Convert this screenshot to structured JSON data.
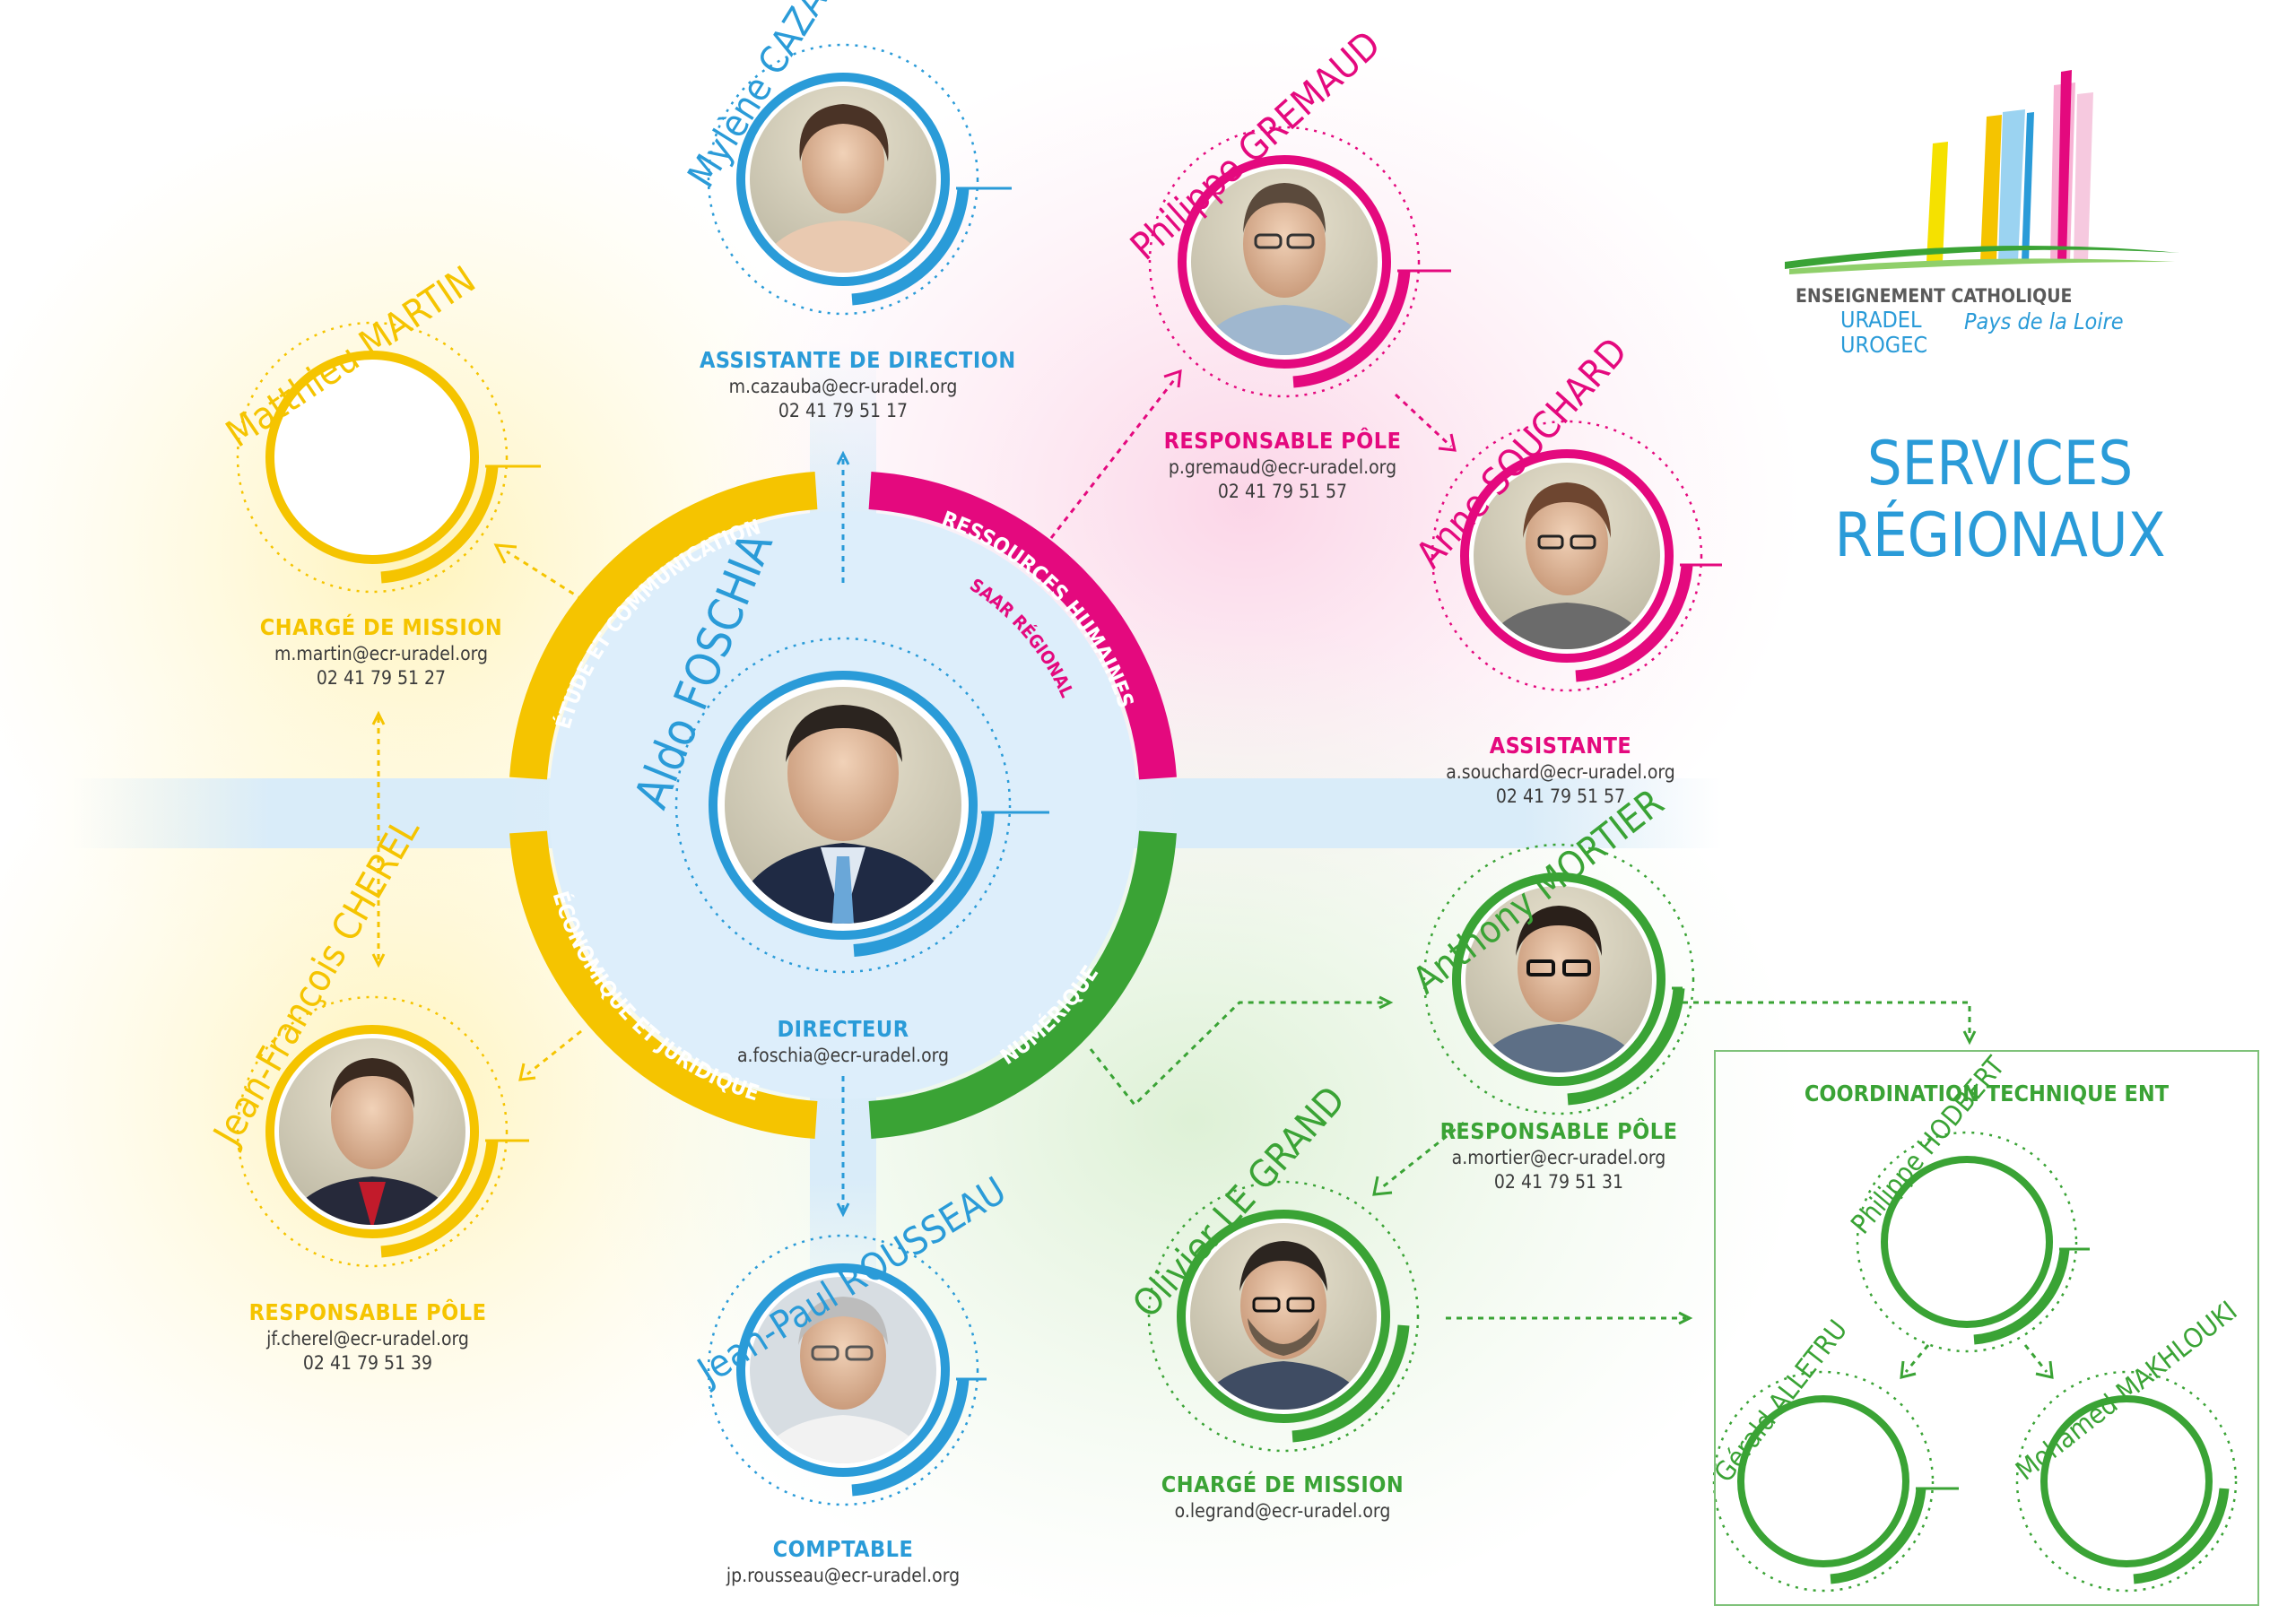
{
  "page_title": {
    "line1": "SERVICES",
    "line2": "RÉGIONAUX"
  },
  "logo": {
    "org": "ENSEIGNEMENT CATHOLIQUE",
    "region": "Pays de la Loire",
    "unit1": "URADEL",
    "unit2": "UROGEC"
  },
  "colors": {
    "blue": "#2a9bd8",
    "magenta": "#e4097e",
    "yellow": "#f5c400",
    "green": "#3aa335",
    "grey": "#3b3b3b"
  },
  "poles": {
    "etude": "ÉTUDE ET COMMUNICATION",
    "rh": "RESSOURCES HUMAINES",
    "saar": "SAAR RÉGIONAL",
    "eco": "ÉCONOMIQUE ET JURIDIQUE",
    "num": "NUMÉRIQUE"
  },
  "people": {
    "foschia": {
      "name": "Aldo FOSCHIA",
      "role": "DIRECTEUR",
      "email": "a.foschia@ecr-uradel.org"
    },
    "cazauba": {
      "name": "Mylène CAZAUBA",
      "role": "ASSISTANTE DE DIRECTION",
      "email": "m.cazauba@ecr-uradel.org",
      "phone": "02 41 79 51 17"
    },
    "martin": {
      "name": "Matthieu MARTIN",
      "role": "CHARGÉ DE MISSION",
      "email": "m.martin@ecr-uradel.org",
      "phone": "02 41 79 51 27"
    },
    "gremaud": {
      "name": "Philippe GREMAUD",
      "role": "RESPONSABLE PÔLE",
      "email": "p.gremaud@ecr-uradel.org",
      "phone": "02 41 79 51 57"
    },
    "souchard": {
      "name": "Anne SOUCHARD",
      "role": "ASSISTANTE",
      "email": "a.souchard@ecr-uradel.org",
      "phone": "02 41 79 51 57"
    },
    "cherel": {
      "name": "Jean-François CHEREL",
      "role": "RESPONSABLE PÔLE",
      "email": "jf.cherel@ecr-uradel.org",
      "phone": "02 41 79 51 39"
    },
    "rousseau": {
      "name": "Jean-Paul ROUSSEAU",
      "role": "COMPTABLE",
      "email": "jp.rousseau@ecr-uradel.org"
    },
    "mortier": {
      "name": "Anthony MORTIER",
      "role": "RESPONSABLE PÔLE",
      "email": "a.mortier@ecr-uradel.org",
      "phone": "02 41 79 51 31"
    },
    "legrand": {
      "name": "Olivier LE GRAND",
      "role": "CHARGÉ DE MISSION",
      "email": "o.legrand@ecr-uradel.org"
    },
    "hodbert": {
      "name": "Philippe HODBERT"
    },
    "alletru": {
      "name": "Gérald ALLETRU"
    },
    "makhlouki": {
      "name": "Mohamed MAKHLOUKI"
    }
  },
  "ent": {
    "title": "COORDINATION TECHNIQUE ENT"
  }
}
